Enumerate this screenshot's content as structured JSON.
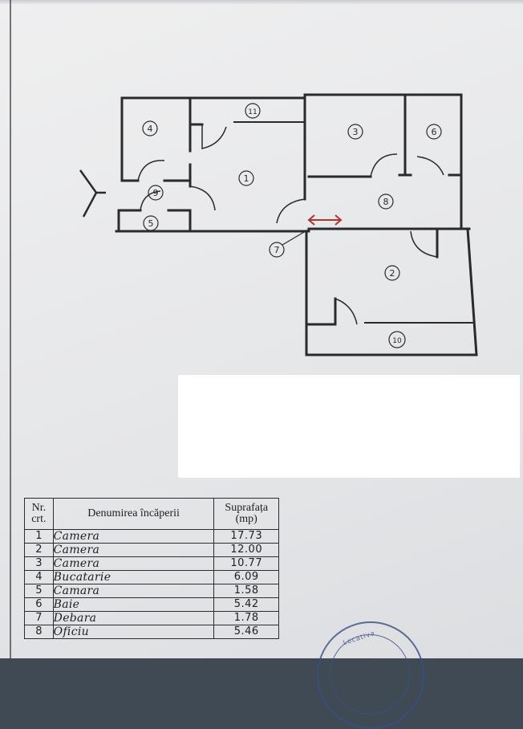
{
  "plan": {
    "room_labels": [
      "1",
      "2",
      "3",
      "4",
      "5",
      "6",
      "7",
      "8",
      "9",
      "10",
      "11"
    ]
  },
  "table": {
    "headers": {
      "nr": "Nr. crt.",
      "name": "Denumirea încăperii",
      "area": "Suprafața (mp)"
    },
    "rows": [
      {
        "nr": "1",
        "name": "Camera",
        "area": "17.73"
      },
      {
        "nr": "2",
        "name": "Camera",
        "area": "12.00"
      },
      {
        "nr": "3",
        "name": "Camera",
        "area": "10.77"
      },
      {
        "nr": "4",
        "name": "Bucatarie",
        "area": "6.09"
      },
      {
        "nr": "5",
        "name": "Camara",
        "area": "1.58"
      },
      {
        "nr": "6",
        "name": "Baie",
        "area": "5.42"
      },
      {
        "nr": "7",
        "name": "Debara",
        "area": "1.78"
      },
      {
        "nr": "8",
        "name": "Oficiu",
        "area": "5.46"
      }
    ]
  },
  "stamp": {
    "text": "Locativa"
  },
  "colors": {
    "ink": "#2a2a2e",
    "paper": "#e8e9eb",
    "stamp": "#3a4f85"
  }
}
